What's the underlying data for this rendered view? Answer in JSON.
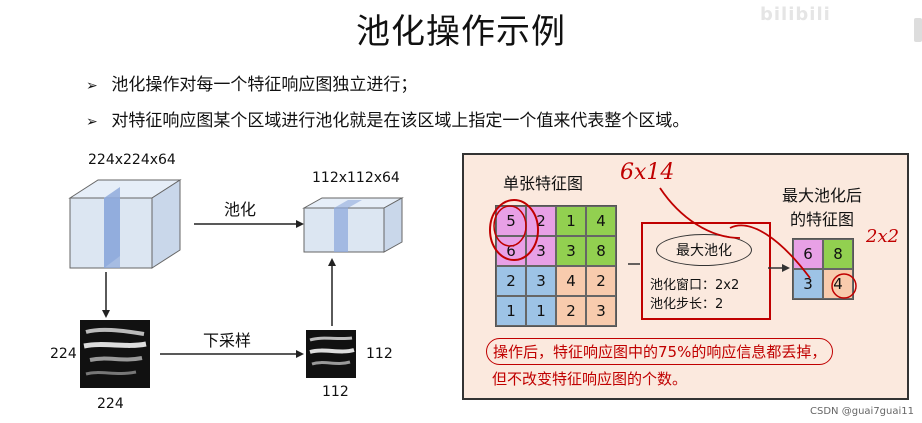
{
  "title": "池化操作示例",
  "watermark": "bilibili",
  "bullets": [
    "池化操作对每一个特征响应图独立进行；",
    "对特征响应图某个区域进行池化就是在该区域上指定一个值来代表整个区域。"
  ],
  "left_diagram": {
    "input_dim": "224x224x64",
    "output_dim": "112x112x64",
    "pool_label": "池化",
    "downsample_label": "下采样",
    "img_left_h": "224",
    "img_left_w": "224",
    "img_right_h": "112",
    "img_right_w": "112"
  },
  "panel": {
    "single_map_label": "单张特征图",
    "result_title_line1": "最大池化后",
    "result_title_line2": "的特征图",
    "op_label": "最大池化",
    "window_label": "池化窗口：2x2",
    "stride_label": "池化步长：2",
    "note_line1": "操作后，特征响应图中的75%的响应信息都丢掉，",
    "note_line2": "但不改变特征响应图的个数。",
    "grid": [
      [
        "5",
        "2",
        "1",
        "4"
      ],
      [
        "6",
        "3",
        "3",
        "8"
      ],
      [
        "2",
        "3",
        "4",
        "2"
      ],
      [
        "1",
        "1",
        "2",
        "3"
      ]
    ],
    "grid_colors": [
      [
        "#e8a0e6",
        "#e8a0e6",
        "#92d050",
        "#92d050"
      ],
      [
        "#e8a0e6",
        "#e8a0e6",
        "#92d050",
        "#92d050"
      ],
      [
        "#9dc3e6",
        "#9dc3e6",
        "#f8cbad",
        "#f8cbad"
      ],
      [
        "#9dc3e6",
        "#9dc3e6",
        "#f8cbad",
        "#f8cbad"
      ]
    ],
    "result": [
      [
        "6",
        "8"
      ],
      [
        "3",
        "4"
      ]
    ],
    "result_colors": [
      [
        "#e8a0e6",
        "#92d050"
      ],
      [
        "#9dc3e6",
        "#f8cbad"
      ]
    ],
    "annotation_top": "6x14",
    "annotation_right": "2x2"
  },
  "footer": "CSDN @guai7guai11",
  "colors": {
    "cube_face": "#dce6f2",
    "cube_slice": "#8faadc",
    "panel_bg": "#fbe9de",
    "red": "#c00000"
  }
}
